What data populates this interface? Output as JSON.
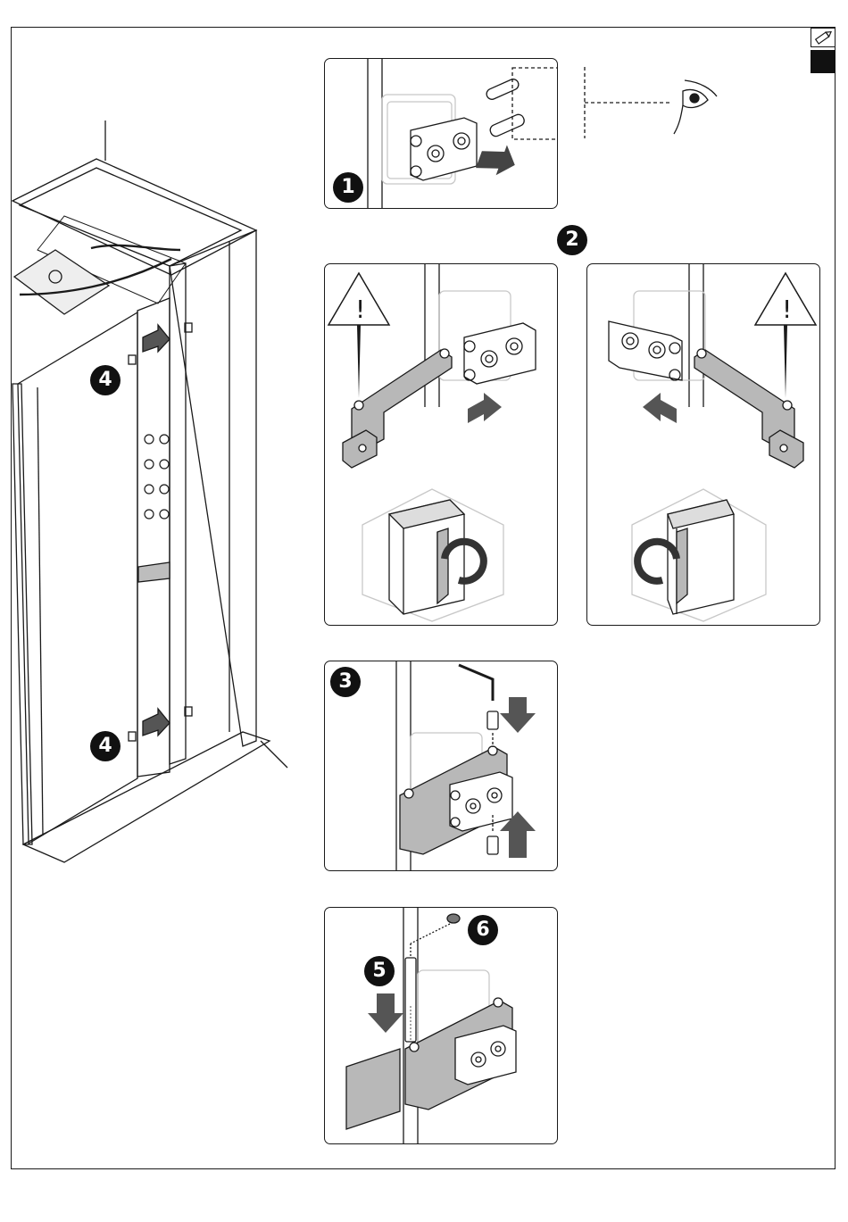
{
  "page": {
    "corner_icon": "pencil-icon",
    "corner_tab_color": "#111111"
  },
  "callouts": {
    "step1": "1",
    "step2": "2",
    "step3": "3",
    "step4_top": "4",
    "step4_bottom": "4",
    "step5": "5",
    "step6": "6"
  },
  "icons": {
    "warning": "warning-triangle-icon",
    "eye": "eye-icon",
    "arrow": "direction-arrow-icon",
    "rotate": "rotate-arrow-icon"
  },
  "colors": {
    "line": "#1a1a1a",
    "hinge_fill": "#b8b8b8",
    "light_line": "#c8c8c8",
    "badge": "#111111"
  }
}
